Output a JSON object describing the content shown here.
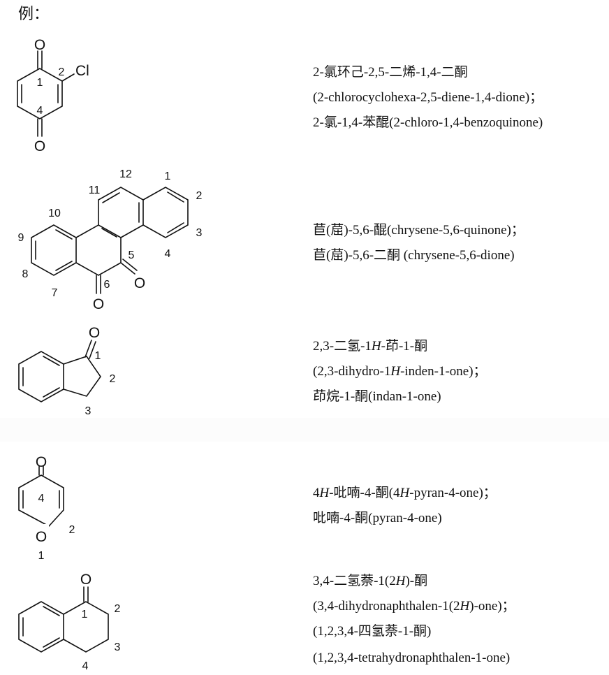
{
  "heading": "例：",
  "examples": [
    {
      "id": "chlorobenzoquinone",
      "structure": {
        "atoms": [
          "O",
          "O",
          "Cl"
        ],
        "locants": [
          "1",
          "2",
          "4"
        ]
      },
      "names": [
        "2-氯环己-2,5-二烯-1,4-二酮",
        "(2-chlorocyclohexa-2,5-diene-1,4-dione)；",
        "2-氯-1,4-苯醌(2-chloro-1,4-benzoquinone)"
      ]
    },
    {
      "id": "chrysenequinone",
      "structure": {
        "atoms": [
          "O",
          "O"
        ],
        "locants": [
          "1",
          "2",
          "3",
          "4",
          "5",
          "6",
          "7",
          "8",
          "9",
          "10",
          "11",
          "12"
        ]
      },
      "names": [
        "苣(䓛)-5,6-醌(chrysene-5,6-quinone)；",
        "苣(䓛)-5,6-二酮  (chrysene-5,6-dione)"
      ]
    },
    {
      "id": "indanone",
      "structure": {
        "atoms": [
          "O"
        ],
        "locants": [
          "1",
          "2",
          "3"
        ]
      },
      "names": [
        {
          "pre": "2,3-二氢-1",
          "italic": "H",
          "post": "-茚-1-酮"
        },
        {
          "pre": "(2,3-dihydro-1",
          "italic": "H",
          "post": "-inden-1-one)；"
        },
        "茚烷-1-酮(indan-1-one)"
      ]
    },
    {
      "id": "pyranone",
      "structure": {
        "atoms": [
          "O",
          "O"
        ],
        "locants": [
          "4",
          "2",
          "1"
        ]
      },
      "names": [
        {
          "pre": "4",
          "italic": "H",
          "mid": "-吡喃-4-酮(4",
          "italic2": "H",
          "post": "-pyran-4-one)；"
        },
        "吡喃-4-酮(pyran-4-one)"
      ]
    },
    {
      "id": "tetralone",
      "structure": {
        "atoms": [
          "O"
        ],
        "locants": [
          "1",
          "2",
          "3",
          "4"
        ]
      },
      "names": [
        {
          "pre": "3,4-二氢萘-1(2",
          "italic": "H",
          "post": ")-酮"
        },
        {
          "pre": "(3,4-dihydronaphthalen-1(2",
          "italic": "H",
          "post": ")-one)；"
        },
        "(1,2,3,4-四氢萘-1-酮)",
        "(1,2,3,4-tetrahydronaphthalen-1-one)"
      ]
    }
  ]
}
